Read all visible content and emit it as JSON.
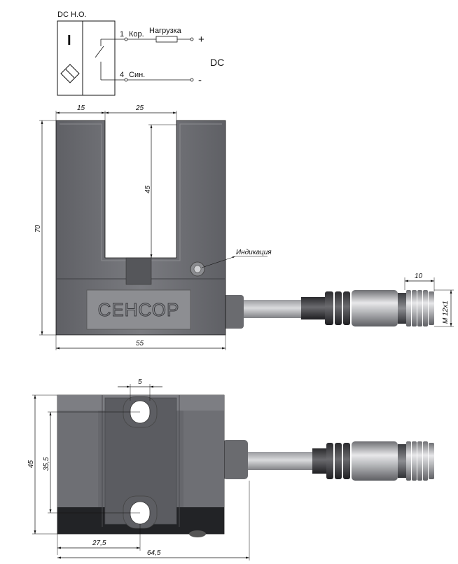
{
  "schematic": {
    "title": "DC Н.О.",
    "sensor_symbol": "I",
    "pin1_number": "1",
    "pin1_label": "Кор.",
    "load_label": "Нагрузка",
    "pin4_number": "4",
    "pin4_label": "Син.",
    "plus": "+",
    "minus": "-",
    "supply_label": "DC"
  },
  "front_view": {
    "dim_arm_width": "15",
    "dim_slot_width": "25",
    "dim_slot_depth": "45",
    "dim_height": "70",
    "dim_width": "55",
    "indicator_label": "Индикация",
    "brand": "СЕНСОР",
    "dim_connector_len": "10",
    "dim_thread": "M 12x1"
  },
  "bottom_view": {
    "dim_slot": "5",
    "dim_height": "45",
    "dim_hole_spacing": "35,5",
    "dim_offset": "27,5",
    "dim_total_length": "64,5"
  },
  "colors": {
    "body_dark": "#626368",
    "body_mid": "#74757a",
    "body_light": "#8d8e92",
    "line": "#111111"
  }
}
